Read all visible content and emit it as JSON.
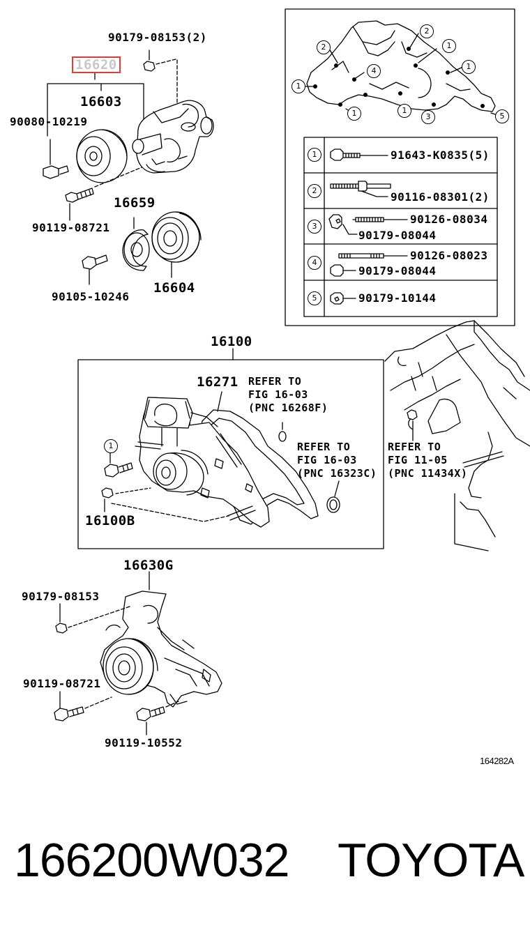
{
  "labels": {
    "p90179_08153_2": "90179-08153(2)",
    "p16620": "16620",
    "p16603": "16603",
    "p90080_10219": "90080-10219",
    "p16659": "16659",
    "p90119_08721_top": "90119-08721",
    "p90105_10246": "90105-10246",
    "p16604": "16604",
    "p16100": "16100",
    "p16271": "16271",
    "p16100B": "16100B",
    "p16630G": "16630G",
    "p90179_08153": "90179-08153",
    "p90119_08721_bot": "90119-08721",
    "p90119_10552": "90119-10552"
  },
  "refers": {
    "r1": [
      "REFER TO",
      "FIG 16-03",
      "(PNC 16268F)"
    ],
    "r2": [
      "REFER TO",
      "FIG 16-03",
      "(PNC 16323C)"
    ],
    "r3": [
      "REFER TO",
      "FIG 11-05",
      "(PNC 11434X)"
    ]
  },
  "bolt_table": [
    {
      "num": "1",
      "parts": [
        "91643-K0835(5)"
      ]
    },
    {
      "num": "2",
      "parts": [
        "90116-08301(2)"
      ]
    },
    {
      "num": "3",
      "parts": [
        "90126-08034",
        "90179-08044"
      ]
    },
    {
      "num": "4",
      "parts": [
        "90126-08023",
        "90179-08044"
      ]
    },
    {
      "num": "5",
      "parts": [
        "90179-10144"
      ]
    }
  ],
  "callouts": [
    "1",
    "2",
    "3",
    "4",
    "5"
  ],
  "diagram_code": "164282A",
  "footer": {
    "part_number": "166200W032",
    "brand": "TOYOTA"
  },
  "colors": {
    "highlight_box": "#e23a3a",
    "highlight_text": "#c8c8c8"
  }
}
